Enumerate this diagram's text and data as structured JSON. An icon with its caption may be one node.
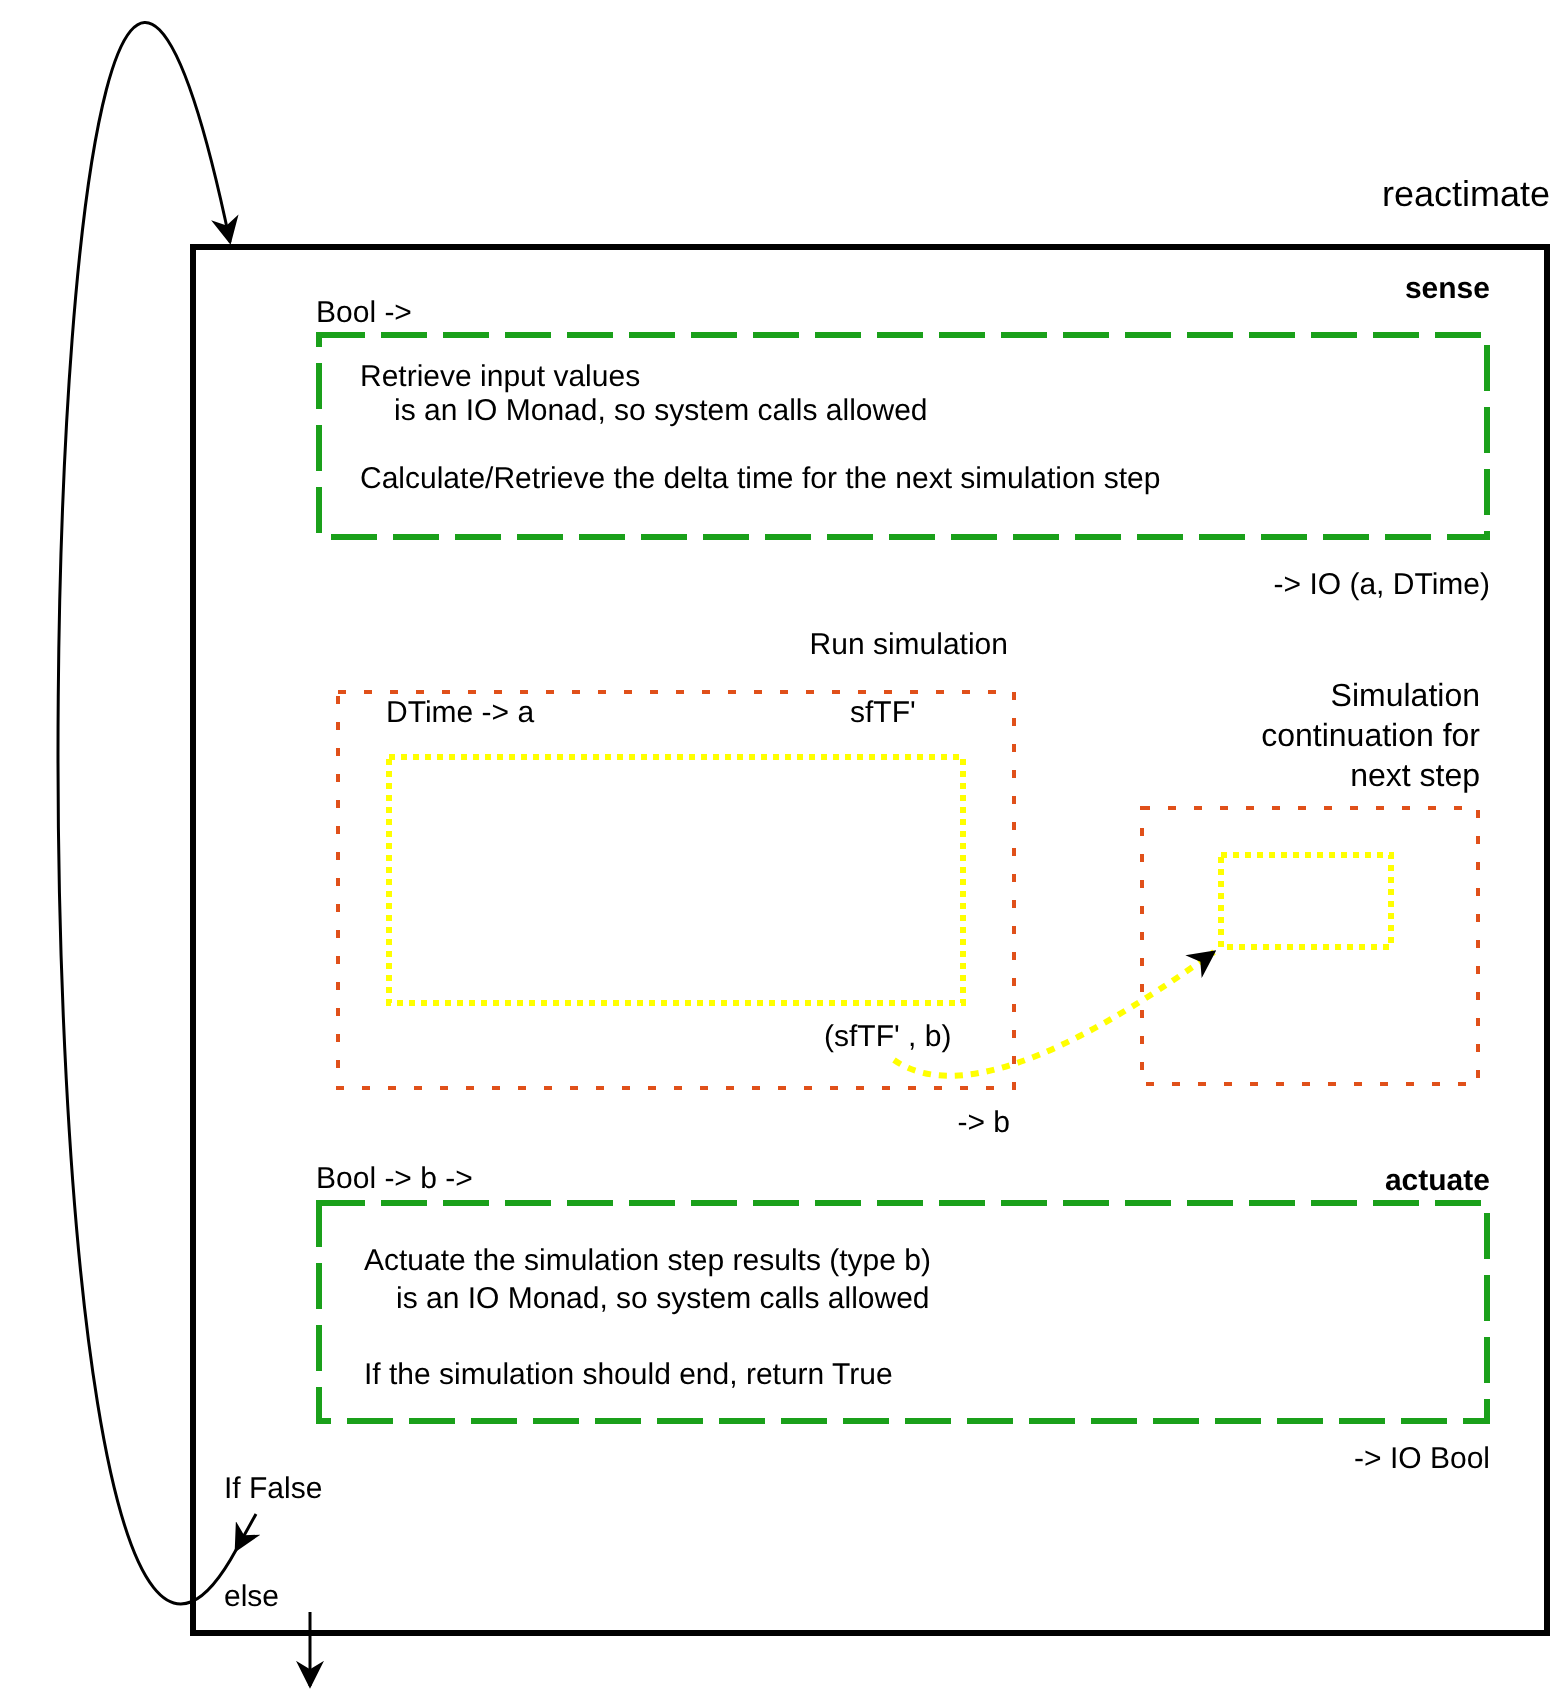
{
  "diagram": {
    "nodes": [
      {
        "text": [
          "reactimate"
        ]
      },
      {
        "text": [
          "sense",
          "Bool ->",
          "Retrieve input values",
          "is an IO Monad, so system calls allowed",
          "Calculate/Retrieve the delta time for the next simulation step"
        ],
        "beside": [
          "-> IO (a, DTime)"
        ],
        "in": 0
      },
      {
        "text": [
          "Run simulation",
          "DTime -> a",
          "sfTF'",
          "(sfTF' , b)"
        ],
        "beside": [
          "-> b"
        ],
        "in": 0
      },
      {
        "text": [],
        "shape": "box",
        "in": 2
      },
      {
        "text": [
          "Simulation continuation for next step"
        ],
        "in": 0
      },
      {
        "text": [],
        "shape": "box",
        "in": 4
      },
      {
        "text": [
          "actuate",
          "Bool -> b ->",
          "Actuate the simulation step results (type b)",
          "is an IO Monad, so system calls allowed",
          "If the simulation should end, return True"
        ],
        "beside": [
          "-> IO Bool"
        ],
        "in": 0
      }
    ],
    "edges": [
      {
        "from": 2,
        "to": 5,
        "arrow": "to",
        "style": "dashed",
        "color": "#ffff00"
      },
      {
        "from": null,
        "to": 0,
        "arrow": "to",
        "label": "If False"
      },
      {
        "from": 0,
        "to": null,
        "arrow": "to",
        "label": "else"
      }
    ]
  }
}
